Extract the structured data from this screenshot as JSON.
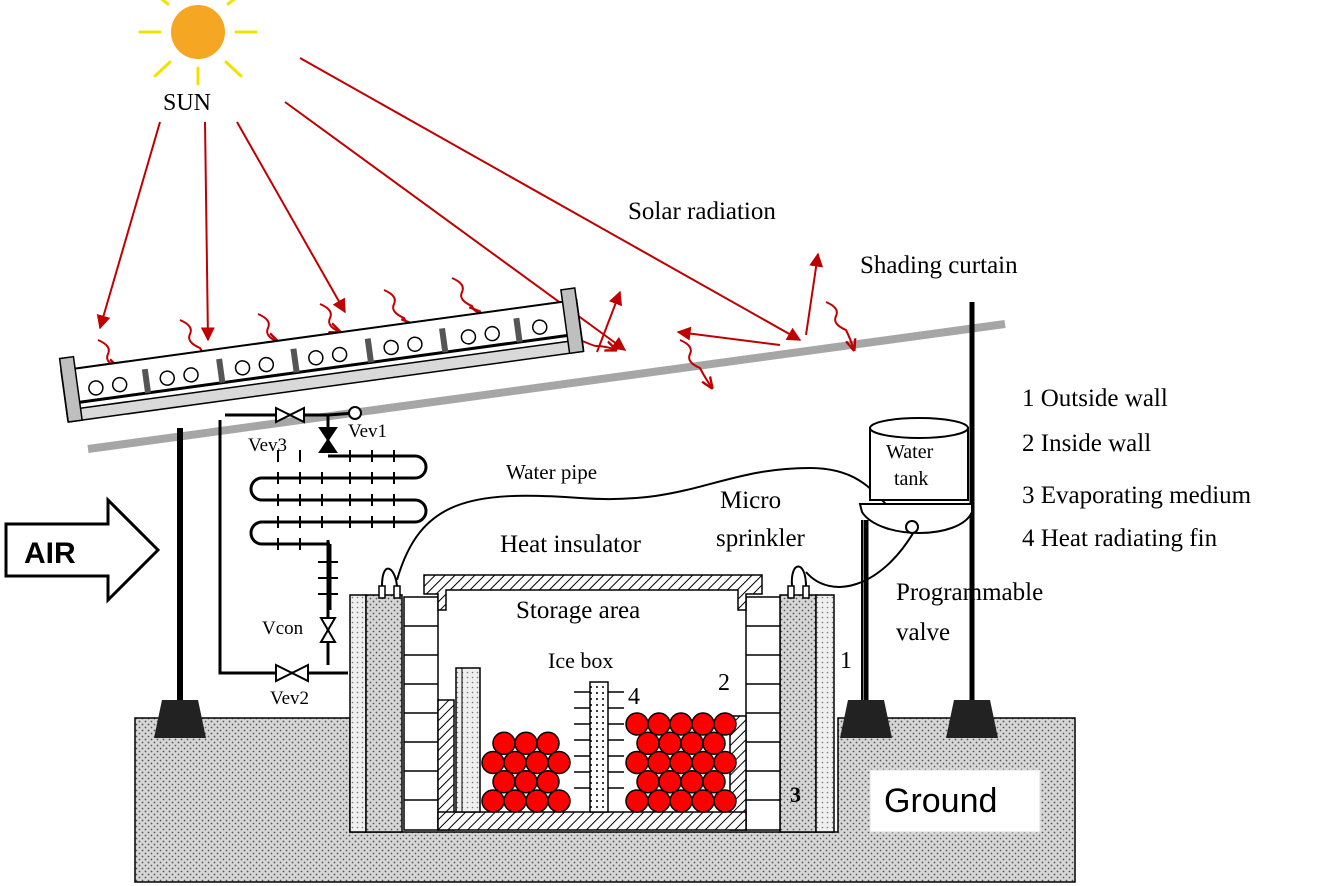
{
  "labels": {
    "sun": "SUN",
    "solar_radiation": "Solar radiation",
    "shading_curtain": "Shading curtain",
    "air": "AIR",
    "water_pipe": "Water pipe",
    "water_tank_line1": "Water",
    "water_tank_line2": "tank",
    "micro_sprinkler_line1": "Micro",
    "micro_sprinkler_line2": "sprinkler",
    "heat_insulator": "Heat insulator",
    "storage_area": "Storage area",
    "ice_box": "Ice box",
    "programmable_valve_line1": "Programmable",
    "programmable_valve_line2": "valve",
    "ground": "Ground",
    "vev1": "Vev1",
    "vev2": "Vev2",
    "vev3": "Vev3",
    "vcon": "Vcon",
    "num1": "1",
    "num2": "2",
    "num3": "3",
    "num4": "4"
  },
  "legend": [
    "1 Outside wall",
    "2 Inside wall",
    "3 Evaporating medium",
    "4 Heat radiating fin"
  ],
  "colors": {
    "sun_fill": "#f5a623",
    "sun_rays": "#f2e200",
    "radiation": "#c00000",
    "ice_ball": "#ff0000",
    "curtain": "#a6a6a6",
    "ground_fill": "#d9d9d9"
  },
  "icons": {
    "air_arrow": "arrow-right-icon",
    "valve": "valve-icon",
    "sun": "sun-icon"
  }
}
